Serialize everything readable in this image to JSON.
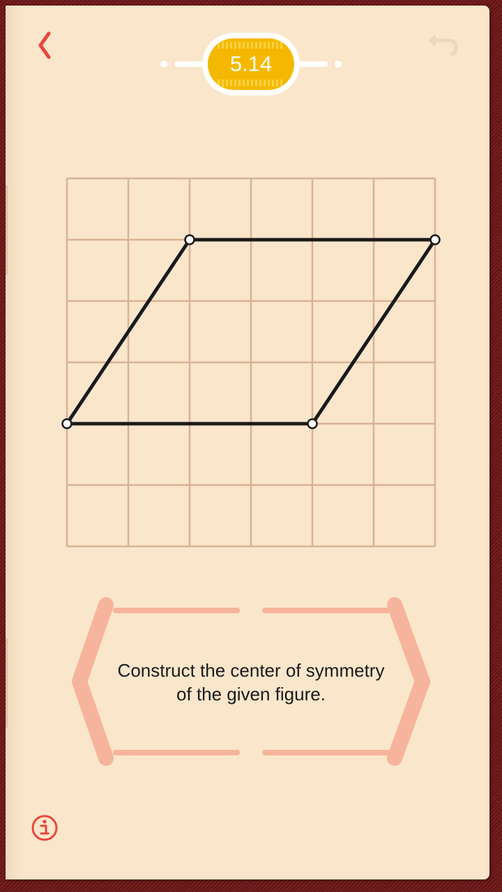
{
  "header": {
    "back_icon": "chevron-left-icon",
    "undo_icon": "undo-icon",
    "level": "5.14"
  },
  "board": {
    "grid_columns": 6,
    "grid_rows": 6,
    "figure": "parallelogram",
    "vertices": [
      [
        2,
        1
      ],
      [
        6,
        1
      ],
      [
        4,
        4
      ],
      [
        0,
        4
      ]
    ]
  },
  "task": {
    "line1": "Construct the center of symmetry",
    "line2": "of the given figure."
  },
  "footer": {
    "info_icon": "info-icon"
  },
  "colors": {
    "page": "#fae6cb",
    "grid": "#d9b294",
    "accent": "#e8463a",
    "badge": "#f5b800",
    "bracket": "#f7b49c",
    "figure": "#1a1a1a"
  }
}
